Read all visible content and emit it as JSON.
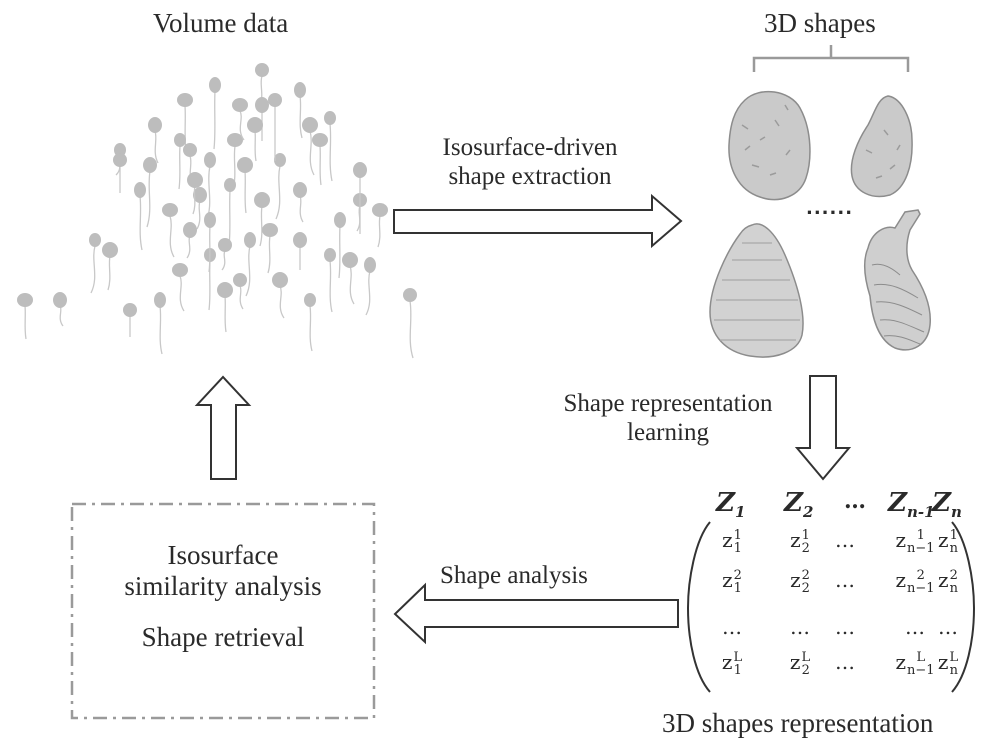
{
  "titles": {
    "volume_data": "Volume data",
    "shapes_3d": "3D shapes",
    "representation": "3D shapes representation"
  },
  "arrows": {
    "extraction_line1": "Isosurface-driven",
    "extraction_line2": "shape extraction",
    "learning_line1": "Shape representation",
    "learning_line2": "learning",
    "analysis": "Shape analysis"
  },
  "box": {
    "line1": "Isosurface",
    "line2": "similarity analysis",
    "line3": "Shape retrieval"
  },
  "shapes_ellipsis": "......",
  "matrix": {
    "header": [
      {
        "base": "Z",
        "sub": "1"
      },
      {
        "base": "Z",
        "sub": "2"
      },
      {
        "base": "…",
        "sub": ""
      },
      {
        "base": "Z",
        "sub": "n-1"
      },
      {
        "base": "Z",
        "sub": "n"
      }
    ],
    "rows": [
      [
        {
          "b": "z",
          "sub": "1",
          "sup": "1"
        },
        {
          "b": "z",
          "sub": "2",
          "sup": "1"
        },
        {
          "b": "…",
          "sub": "",
          "sup": ""
        },
        {
          "b": "z",
          "sub": "n−1",
          "sup": "1"
        },
        {
          "b": "z",
          "sub": "n",
          "sup": "1"
        }
      ],
      [
        {
          "b": "z",
          "sub": "1",
          "sup": "2"
        },
        {
          "b": "z",
          "sub": "2",
          "sup": "2"
        },
        {
          "b": "…",
          "sub": "",
          "sup": ""
        },
        {
          "b": "z",
          "sub": "n−1",
          "sup": "2"
        },
        {
          "b": "z",
          "sub": "n",
          "sup": "2"
        }
      ],
      [
        {
          "b": "…",
          "sub": "",
          "sup": ""
        },
        {
          "b": "…",
          "sub": "",
          "sup": ""
        },
        {
          "b": "…",
          "sub": "",
          "sup": ""
        },
        {
          "b": "…",
          "sub": "",
          "sup": ""
        },
        {
          "b": "…",
          "sub": "",
          "sup": ""
        }
      ],
      [
        {
          "b": "z",
          "sub": "1",
          "sup": "L"
        },
        {
          "b": "z",
          "sub": "2",
          "sup": "L"
        },
        {
          "b": "…",
          "sub": "",
          "sup": ""
        },
        {
          "b": "z",
          "sub": "n−1",
          "sup": "L"
        },
        {
          "b": "z",
          "sub": "n",
          "sup": "L"
        }
      ]
    ]
  },
  "colors": {
    "text": "#2a2a2a",
    "arrow_stroke": "#333333",
    "box_stroke": "#9a9a9a",
    "cell_gray": "#b9b9b9",
    "shape_fill": "#c9c9c9",
    "shape_edge": "#8c8c8c"
  }
}
